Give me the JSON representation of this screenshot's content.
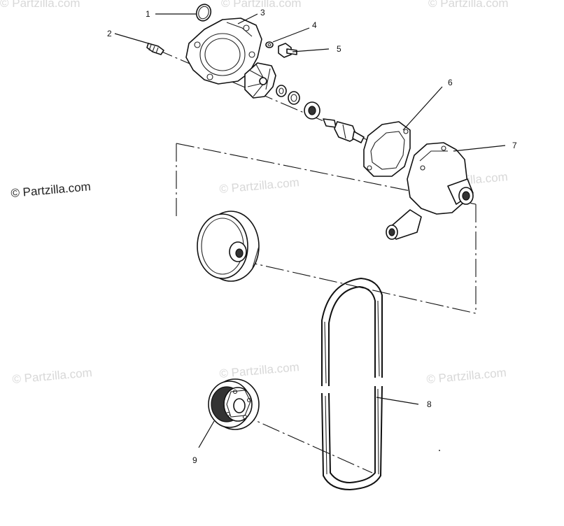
{
  "copyright": "© Partzilla.com",
  "watermark": "© Partzilla.com",
  "callouts": {
    "c1": "1",
    "c2": "2",
    "c3": "3",
    "c4": "4",
    "c5": "5",
    "c6": "6",
    "c7": "7",
    "c8": "8",
    "c9": "9"
  },
  "colors": {
    "line": "#111111",
    "watermark": "#d8d8d8",
    "background": "#ffffff"
  }
}
